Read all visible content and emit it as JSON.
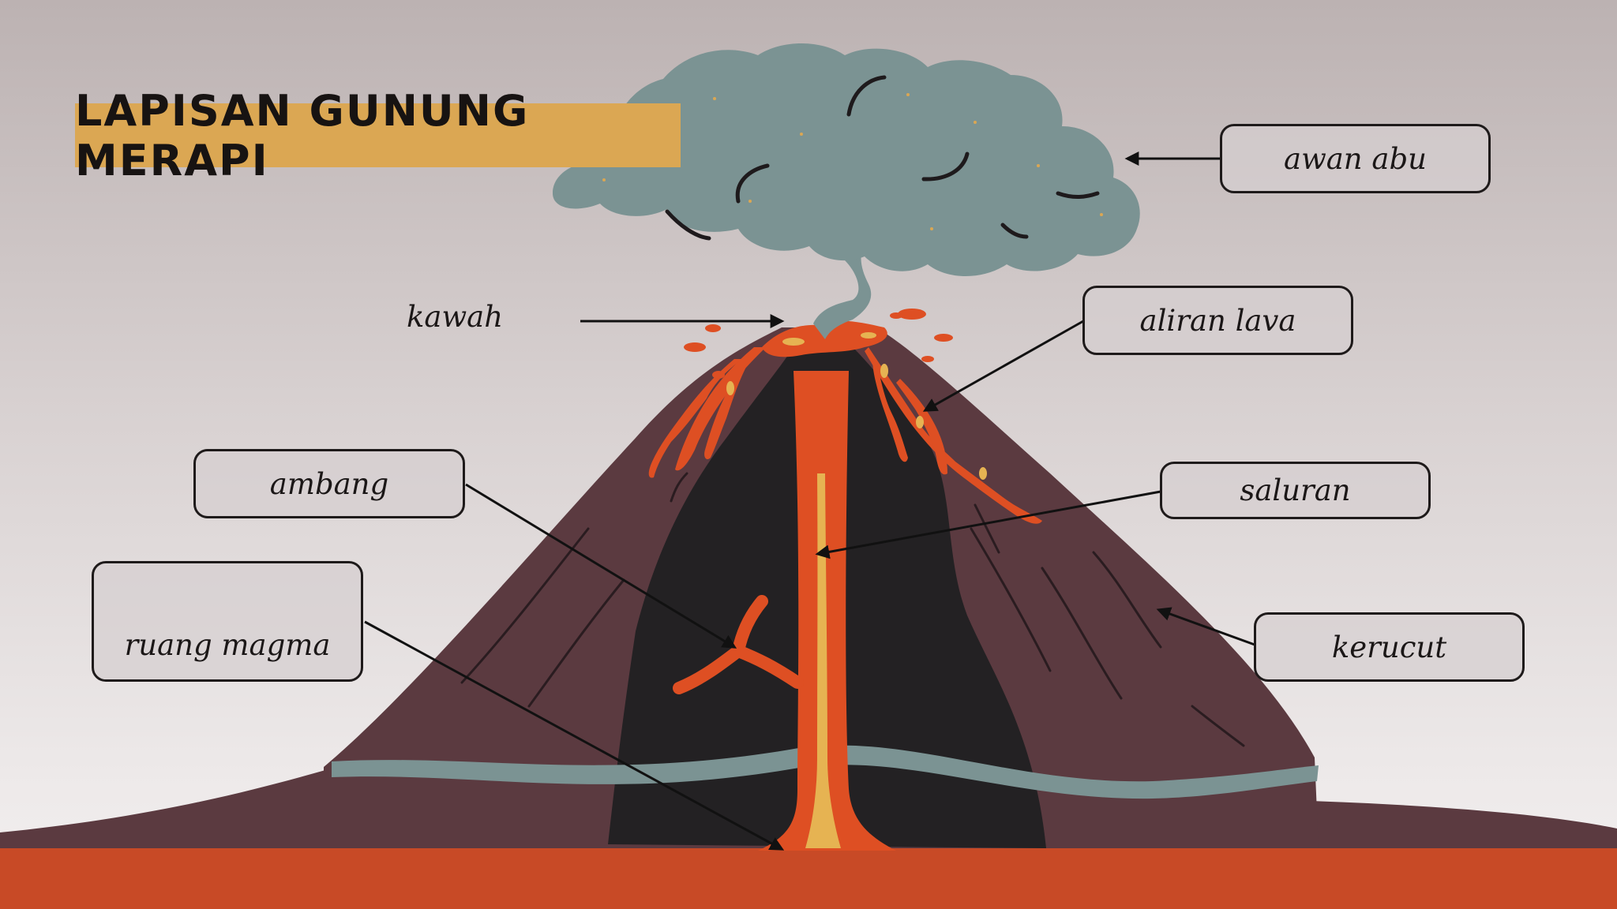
{
  "title": "LAPISAN GUNUNG MERAPI",
  "labels": {
    "awan_abu": "awan abu",
    "kawah": "kawah",
    "aliran_lava": "aliran lava",
    "ambang": "ambang",
    "saluran": "saluran",
    "ruang_magma": "ruang magma",
    "kerucut": "kerucut"
  },
  "colors": {
    "title_bg": "#dba753",
    "ash_cloud": "#7b9393",
    "cone": "#5b3a40",
    "interior": "#232123",
    "lava": "#de4f23",
    "magma_core": "#e6b352",
    "ground": "#c84a26",
    "rock_band": "#7b9393"
  }
}
